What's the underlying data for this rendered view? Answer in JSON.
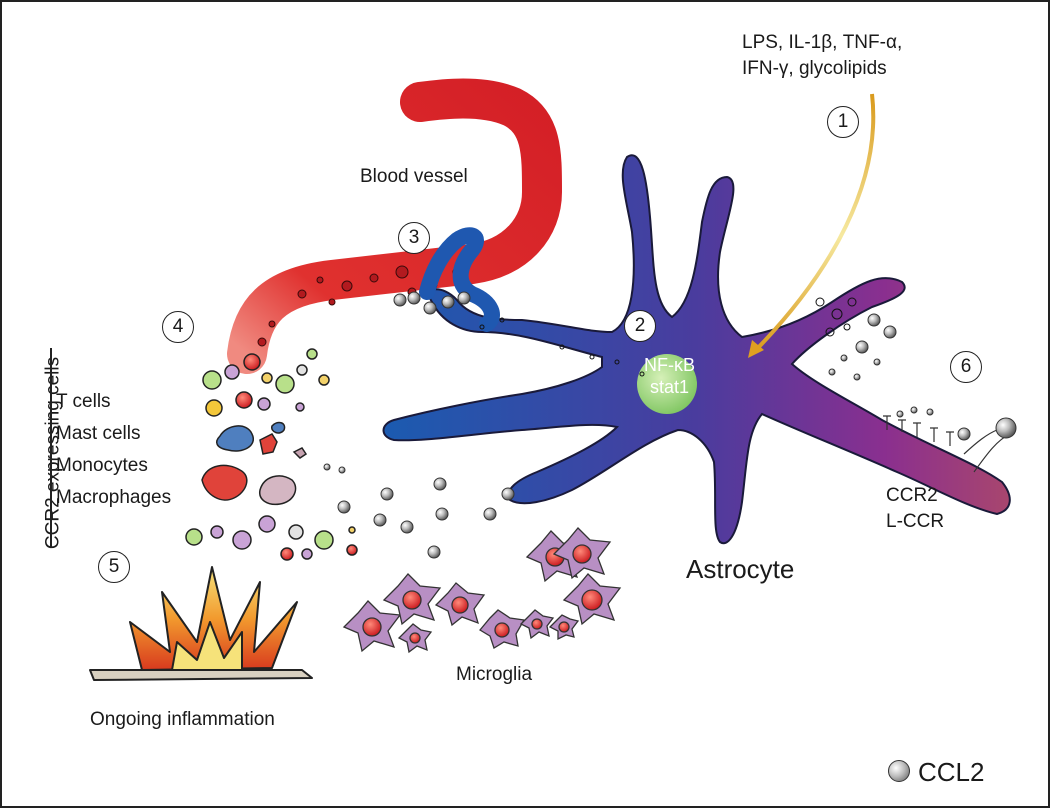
{
  "stimuli": "LPS, IL-1β, TNF-α,\nIFN-γ, glycolipids",
  "stimuli_line1": "LPS, IL-1β, TNF-α,",
  "stimuli_line2": "IFN-γ, glycolipids",
  "blood_vessel": "Blood vessel",
  "nucleus_line1": "NF-κB",
  "nucleus_line2": "stat1",
  "astrocyte": "Astrocyte",
  "receptor_line1": "CCR2",
  "receptor_line2": "L-CCR",
  "microglia": "Microglia",
  "inflammation": "Ongoing inflammation",
  "ccr2_cells_title": "CCR2 expressing cells",
  "cell_types": [
    "T cells",
    "Mast cells",
    "Monocytes",
    "Macrophages"
  ],
  "steps": [
    "1",
    "2",
    "3",
    "4",
    "5",
    "6"
  ],
  "legend": {
    "label": "CCL2"
  },
  "colors": {
    "vessel": "#d7262b",
    "astrocyte_left": "#1f4e9e",
    "astrocyte_right": "#7b2f8f",
    "receptor_arm": "#f08a2a",
    "nucleus": "#8ccf6b",
    "arrow": "#e0a83a",
    "microglia": "#b88fc4",
    "fire": "#f2a33a"
  }
}
